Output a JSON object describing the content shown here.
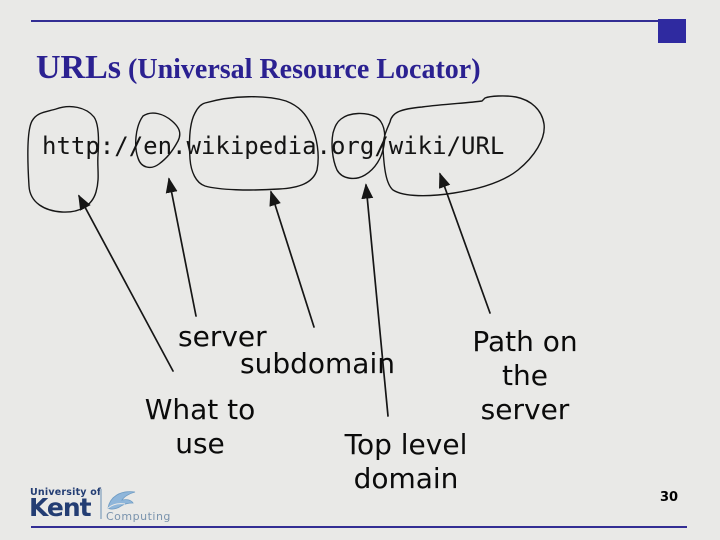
{
  "slide": {
    "title": {
      "main": "URLs",
      "sub": "(Universal Resource Locator)"
    },
    "url": "http://en.wikipedia.org/wiki/URL",
    "url_parts_circled": [
      "http",
      "en",
      "wikipedia",
      "org",
      "wiki/URL"
    ],
    "labels": {
      "server": "server",
      "subdomain": "subdomain",
      "what_to_use": "What to\nuse",
      "top_level_domain": "Top level\ndomain",
      "path_on_server": "Path on\nthe\nserver"
    },
    "footer": {
      "page_number": "30",
      "logo": {
        "university_of": "University of",
        "university_name": "Kent",
        "department": "Computing"
      }
    },
    "colors": {
      "background": "#e9e9e7",
      "title_blue": "#2b2191",
      "rule_blue": "#332e94",
      "corner_square_blue": "#2f2aa0",
      "annotation_black": "#161616",
      "kent_navy": "#233d73",
      "kent_light_blue": "#8fb6da",
      "computing_gray_blue": "#7a93ad"
    }
  }
}
